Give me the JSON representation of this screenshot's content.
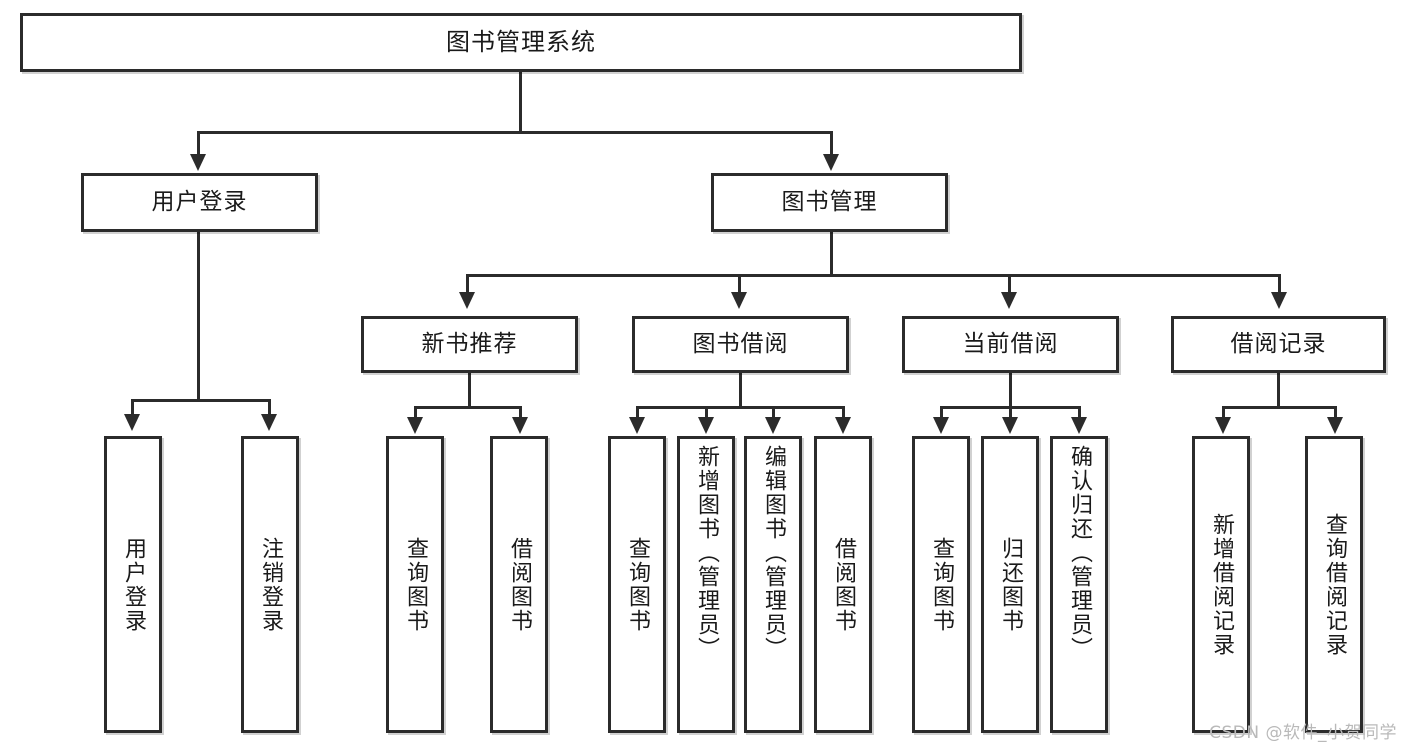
{
  "diagram": {
    "title": "图书管理系统",
    "type": "tree-hierarchy-diagram",
    "root": {
      "label": "图书管理系统"
    },
    "level2": [
      {
        "label": "用户登录"
      },
      {
        "label": "图书管理"
      }
    ],
    "level3": [
      {
        "label": "新书推荐"
      },
      {
        "label": "图书借阅"
      },
      {
        "label": "当前借阅"
      },
      {
        "label": "借阅记录"
      }
    ],
    "leaves": {
      "user_login": [
        {
          "label": "用户登录"
        },
        {
          "label": "注销登录"
        }
      ],
      "new_book_recommend": [
        {
          "label": "查询图书"
        },
        {
          "label": "借阅图书"
        }
      ],
      "book_borrow": [
        {
          "label": "查询图书"
        },
        {
          "label": "新增图书（管理员）"
        },
        {
          "label": "编辑图书（管理员）"
        },
        {
          "label": "借阅图书"
        }
      ],
      "current_borrow": [
        {
          "label": "查询图书"
        },
        {
          "label": "归还图书"
        },
        {
          "label": "确认归还（管理员）"
        }
      ],
      "borrow_record": [
        {
          "label": "新增借阅记录"
        },
        {
          "label": "查询借阅记录"
        }
      ]
    }
  },
  "watermark": {
    "text": "CSDN @软件_小贺同学"
  },
  "colors": {
    "stroke": "#2b2b2b",
    "fill": "#ffffff",
    "text": "#1a1a1a",
    "watermark": "#b9b9b9"
  }
}
